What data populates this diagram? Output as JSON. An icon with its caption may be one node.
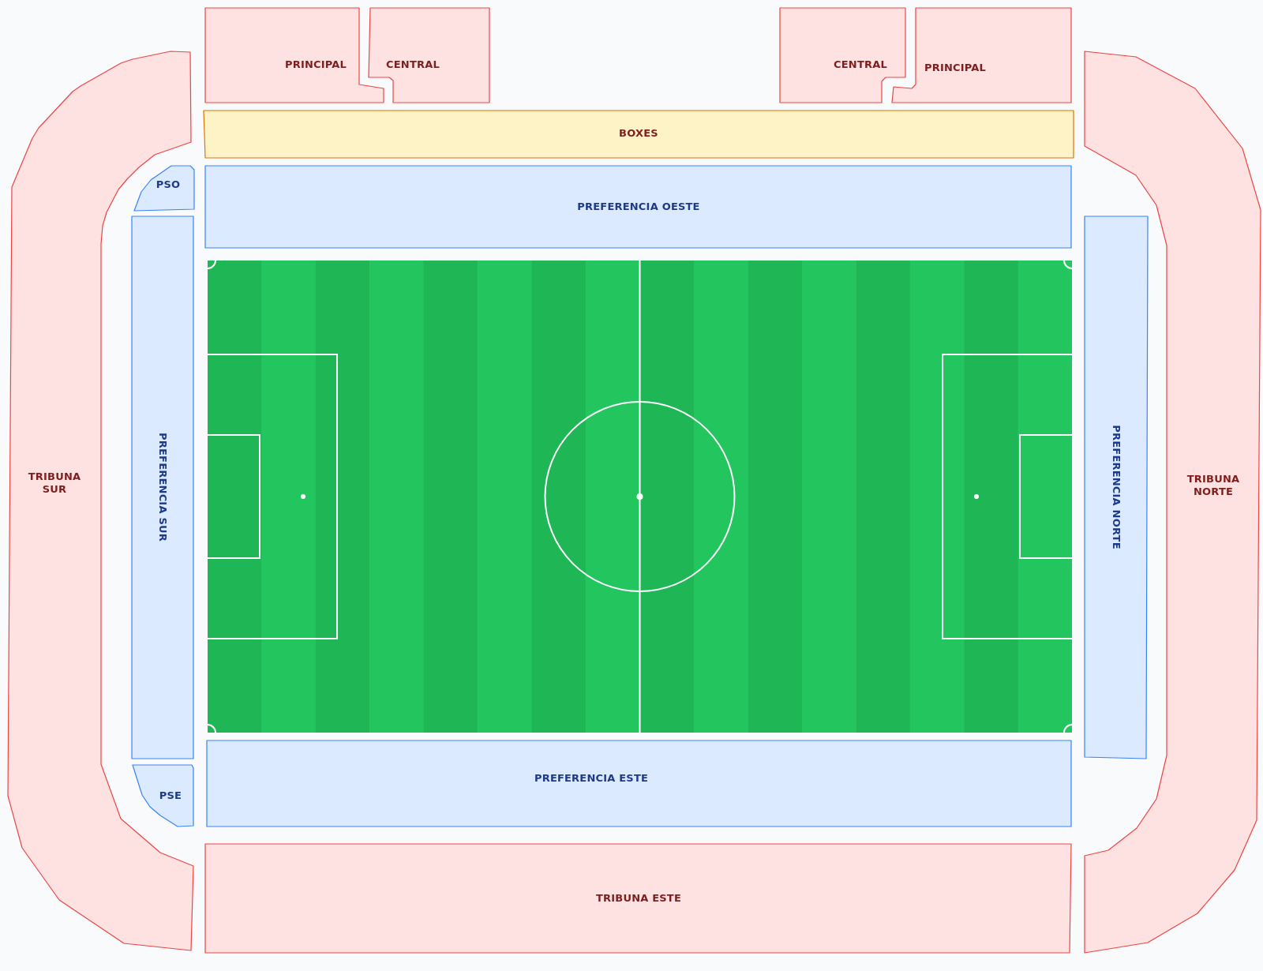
{
  "diagram": {
    "nodes": [
      {
        "text": [
          "PRINCIPAL"
        ]
      },
      {
        "text": [
          "CENTRAL"
        ]
      },
      {
        "text": [
          "CENTRAL"
        ]
      },
      {
        "text": [
          "PRINCIPAL"
        ]
      },
      {
        "text": [
          "BOXES"
        ]
      },
      {
        "text": [
          "PSO"
        ]
      },
      {
        "text": [
          "PREFERENCIA OESTE"
        ]
      },
      {
        "text": [
          "TRIBUNA SUR"
        ]
      },
      {
        "text": [
          "PREFERENCIA SUR"
        ]
      },
      {
        "text": [
          "PREFERENCIA NORTE"
        ]
      },
      {
        "text": [
          "TRIBUNA NORTE"
        ]
      },
      {
        "text": [
          "PSE"
        ]
      },
      {
        "text": [
          "PREFERENCIA ESTE"
        ]
      },
      {
        "text": [
          "TRIBUNA ESTE"
        ]
      }
    ]
  }
}
